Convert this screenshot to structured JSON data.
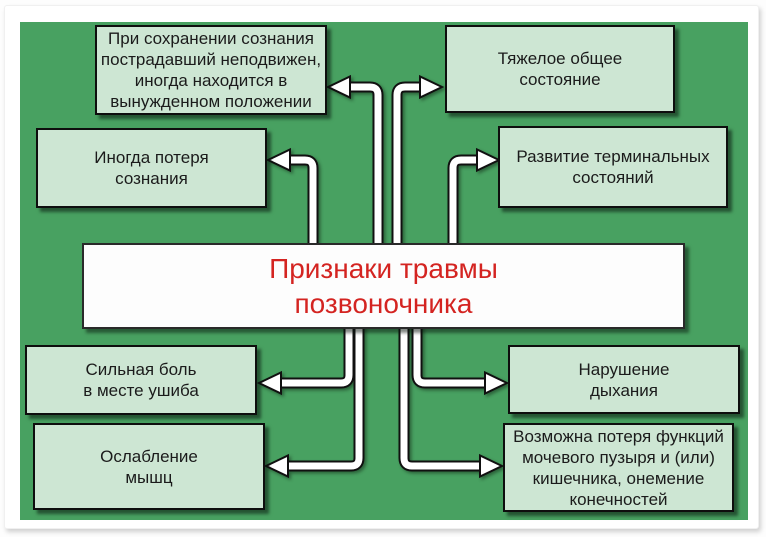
{
  "diagram": {
    "center": {
      "label": [
        "Признаки травмы",
        "позвоночника"
      ]
    },
    "nodes": [
      {
        "id": "conscious-immobile",
        "label": [
          "При сохранении сознания",
          "пострадавший неподвижен,",
          "иногда находится в",
          "вынужденном положении"
        ]
      },
      {
        "id": "sometimes-loss-of-consciousness",
        "label": [
          "Иногда потеря",
          "сознания"
        ]
      },
      {
        "id": "severe-general-condition",
        "label": [
          "Тяжелое общее",
          "состояние"
        ]
      },
      {
        "id": "terminal-states-development",
        "label": [
          "Развитие терминальных",
          "состояний"
        ]
      },
      {
        "id": "severe-pain-at-bruise",
        "label": [
          "Сильная боль",
          "в месте ушиба"
        ]
      },
      {
        "id": "muscle-weakening",
        "label": [
          "Ослабление",
          "мышц"
        ]
      },
      {
        "id": "breathing-disorder",
        "label": [
          "Нарушение",
          "дыхания"
        ]
      },
      {
        "id": "organ-function-loss",
        "label": [
          "Возможна потеря функций",
          "мочевого пузыря и (или)",
          "кишечника, онемение",
          "конечностей"
        ]
      }
    ],
    "colors": {
      "background_green": "#48a161",
      "node_fill": "#cde6d3",
      "node_border": "#0e0e0e",
      "center_fill": "#fdfdfd",
      "title_red": "#d42421",
      "text": "#1b1b1b",
      "arrow_fill": "#ffffff",
      "arrow_outline": "#101010"
    }
  }
}
